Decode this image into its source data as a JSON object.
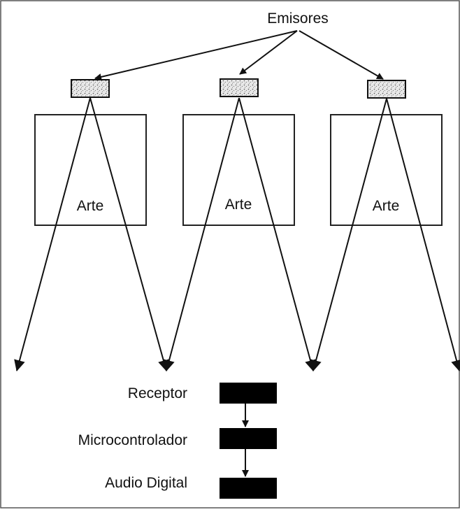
{
  "title": "Emisores",
  "panels": [
    {
      "label": "Arte"
    },
    {
      "label": "Arte"
    },
    {
      "label": "Arte"
    }
  ],
  "stages": [
    {
      "label": "Receptor"
    },
    {
      "label": "Microcontrolador"
    },
    {
      "label": "Audio Digital"
    }
  ],
  "colors": {
    "line": "#111111",
    "block": "#000000",
    "background": "#ffffff",
    "emitter_fill": "#e6e6e6"
  }
}
